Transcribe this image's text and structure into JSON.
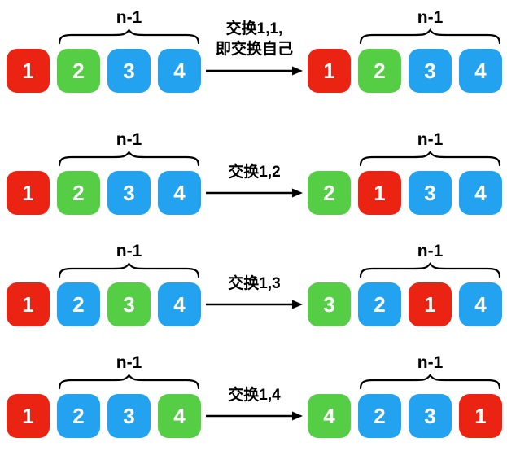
{
  "colors": {
    "red": "#EA2313",
    "green": "#55CE46",
    "blue": "#22A2EF"
  },
  "brace_label": "n-1",
  "rows": [
    {
      "arrow": {
        "line1": "交换1,1,",
        "line2": "即交换自己"
      },
      "left": {
        "cells": [
          {
            "value": "1",
            "color": "red"
          },
          {
            "value": "2",
            "color": "green"
          },
          {
            "value": "3",
            "color": "blue"
          },
          {
            "value": "4",
            "color": "blue"
          }
        ]
      },
      "right": {
        "cells": [
          {
            "value": "1",
            "color": "red"
          },
          {
            "value": "2",
            "color": "green"
          },
          {
            "value": "3",
            "color": "blue"
          },
          {
            "value": "4",
            "color": "blue"
          }
        ]
      }
    },
    {
      "arrow": {
        "line1": "交换1,2"
      },
      "left": {
        "cells": [
          {
            "value": "1",
            "color": "red"
          },
          {
            "value": "2",
            "color": "green"
          },
          {
            "value": "3",
            "color": "blue"
          },
          {
            "value": "4",
            "color": "blue"
          }
        ]
      },
      "right": {
        "cells": [
          {
            "value": "2",
            "color": "green"
          },
          {
            "value": "1",
            "color": "red"
          },
          {
            "value": "3",
            "color": "blue"
          },
          {
            "value": "4",
            "color": "blue"
          }
        ]
      }
    },
    {
      "arrow": {
        "line1": "交换1,3"
      },
      "left": {
        "cells": [
          {
            "value": "1",
            "color": "red"
          },
          {
            "value": "2",
            "color": "blue"
          },
          {
            "value": "3",
            "color": "green"
          },
          {
            "value": "4",
            "color": "blue"
          }
        ]
      },
      "right": {
        "cells": [
          {
            "value": "3",
            "color": "green"
          },
          {
            "value": "2",
            "color": "blue"
          },
          {
            "value": "1",
            "color": "red"
          },
          {
            "value": "4",
            "color": "blue"
          }
        ]
      }
    },
    {
      "arrow": {
        "line1": "交换1,4"
      },
      "left": {
        "cells": [
          {
            "value": "1",
            "color": "red"
          },
          {
            "value": "2",
            "color": "blue"
          },
          {
            "value": "3",
            "color": "blue"
          },
          {
            "value": "4",
            "color": "green"
          }
        ]
      },
      "right": {
        "cells": [
          {
            "value": "4",
            "color": "green"
          },
          {
            "value": "2",
            "color": "blue"
          },
          {
            "value": "3",
            "color": "blue"
          },
          {
            "value": "1",
            "color": "red"
          }
        ]
      }
    }
  ]
}
